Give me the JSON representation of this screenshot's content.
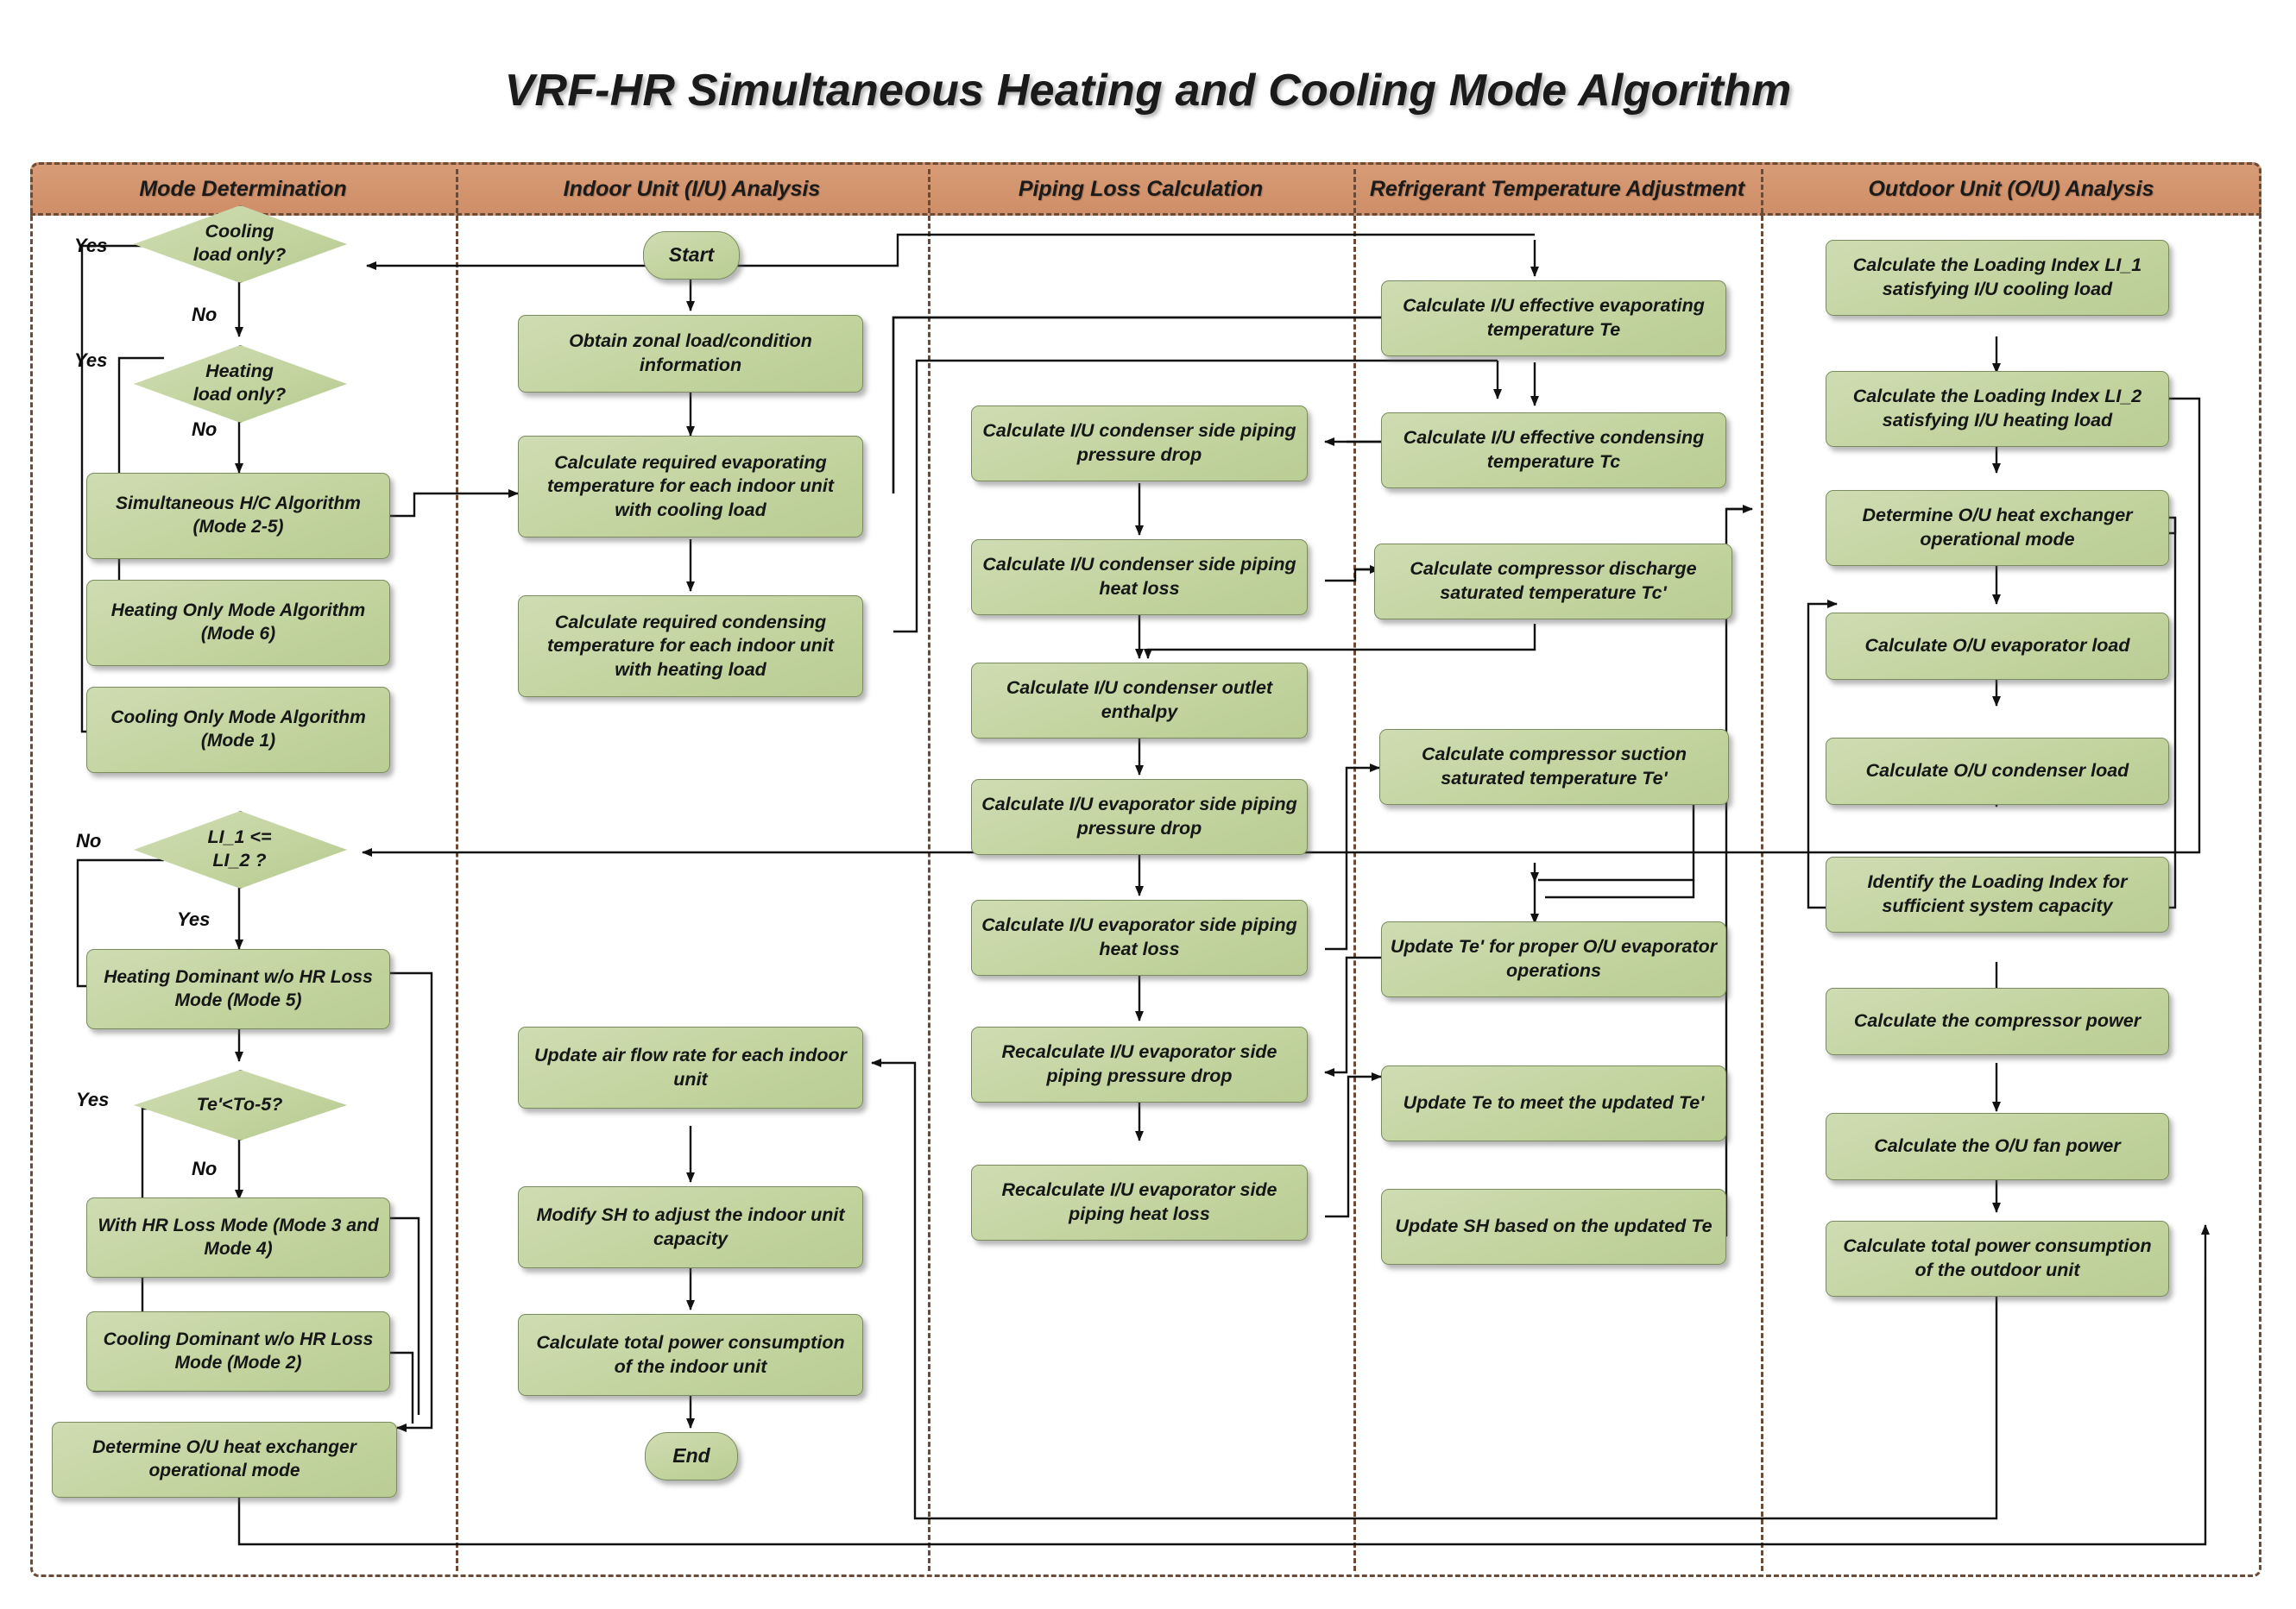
{
  "title": "VRF-HR Simultaneous Heating and Cooling Mode Algorithm",
  "colors": {
    "lane_header_fill": "#cf8e67",
    "lane_border": "#6b4a36",
    "node_fill": "#c3d4a0",
    "node_border": "#7a8c5e",
    "text": "#161616"
  },
  "lanes": [
    {
      "id": "mode-determination",
      "label": "Mode Determination"
    },
    {
      "id": "indoor-unit-analysis",
      "label": "Indoor Unit (I/U) Analysis"
    },
    {
      "id": "piping-loss-calculation",
      "label": "Piping Loss Calculation"
    },
    {
      "id": "refrigerant-temperature-adjustment",
      "label": "Refrigerant Temperature Adjustment"
    },
    {
      "id": "outdoor-unit-analysis",
      "label": "Outdoor Unit (O/U) Analysis"
    }
  ],
  "lane1": {
    "d1": "Cooling\nload only?",
    "d1_line1": "Cooling",
    "d1_line2": "load only?",
    "d1_yes": "Yes",
    "d1_no": "No",
    "d2_line1": "Heating",
    "d2_line2": "load only?",
    "d2_yes": "Yes",
    "d2_no": "No",
    "n_simultaneous": "Simultaneous H/C Algorithm (Mode 2-5)",
    "n_heating_only": "Heating Only Mode Algorithm (Mode 6)",
    "n_cooling_only": "Cooling Only Mode Algorithm (Mode 1)",
    "d3_line1": "LI_1 <=",
    "d3_line2": "LI_2 ?",
    "d3_no": "No",
    "d3_yes": "Yes",
    "n_heating_dominant": "Heating Dominant w/o HR Loss Mode (Mode 5)",
    "d4": "Te'<To-5?",
    "d4_yes": "Yes",
    "d4_no": "No",
    "n_with_hr_loss": "With HR Loss Mode (Mode 3 and Mode 4)",
    "n_cooling_dominant": "Cooling Dominant w/o HR Loss Mode (Mode 2)",
    "n_determine_ou_hx": "Determine O/U heat exchanger operational mode"
  },
  "lane2": {
    "start": "Start",
    "n_obtain": "Obtain zonal load/condition information",
    "n_req_evap": "Calculate required evaporating temperature for each indoor unit with cooling load",
    "n_req_cond": "Calculate required condensing temperature for each indoor unit with heating load",
    "n_airflow": "Update air flow rate for each indoor unit",
    "n_modify_sh": "Modify SH to adjust the indoor unit capacity",
    "n_total_power": "Calculate total power consumption of the indoor unit",
    "end": "End"
  },
  "lane3": {
    "n_cond_pd": "Calculate I/U condenser side piping pressure drop",
    "n_cond_hl": "Calculate I/U condenser side piping heat loss",
    "n_cond_enth": "Calculate I/U condenser outlet enthalpy",
    "n_evap_pd": "Calculate I/U evaporator side piping pressure drop",
    "n_evap_hl": "Calculate I/U evaporator side piping heat loss",
    "n_recalc_pd": "Recalculate I/U evaporator side piping pressure drop",
    "n_recalc_hl": "Recalculate I/U evaporator side piping heat loss"
  },
  "lane4": {
    "n_te": "Calculate I/U effective evaporating temperature Te",
    "n_tc": "Calculate I/U effective condensing temperature Tc",
    "n_tcp": "Calculate compressor discharge saturated temperature Tc'",
    "n_tep": "Calculate compressor suction saturated temperature Te'",
    "n_update_tep": "Update Te' for proper O/U evaporator operations",
    "n_update_te": "Update Te to meet the updated Te'",
    "n_update_sh": "Update SH based on the updated Te"
  },
  "lane5": {
    "n_li1": "Calculate the Loading Index LI_1 satisfying I/U cooling load",
    "n_li2": "Calculate the Loading Index LI_2 satisfying I/U heating load",
    "n_determine_mode": "Determine O/U heat exchanger operational mode",
    "n_evap_load": "Calculate O/U evaporator load",
    "n_cond_load": "Calculate O/U condenser load",
    "n_identify_li": "Identify the Loading Index for sufficient system capacity",
    "n_comp_power": "Calculate the compressor power",
    "n_fan_power": "Calculate the O/U fan power",
    "n_total_power": "Calculate total power consumption of the outdoor unit"
  }
}
